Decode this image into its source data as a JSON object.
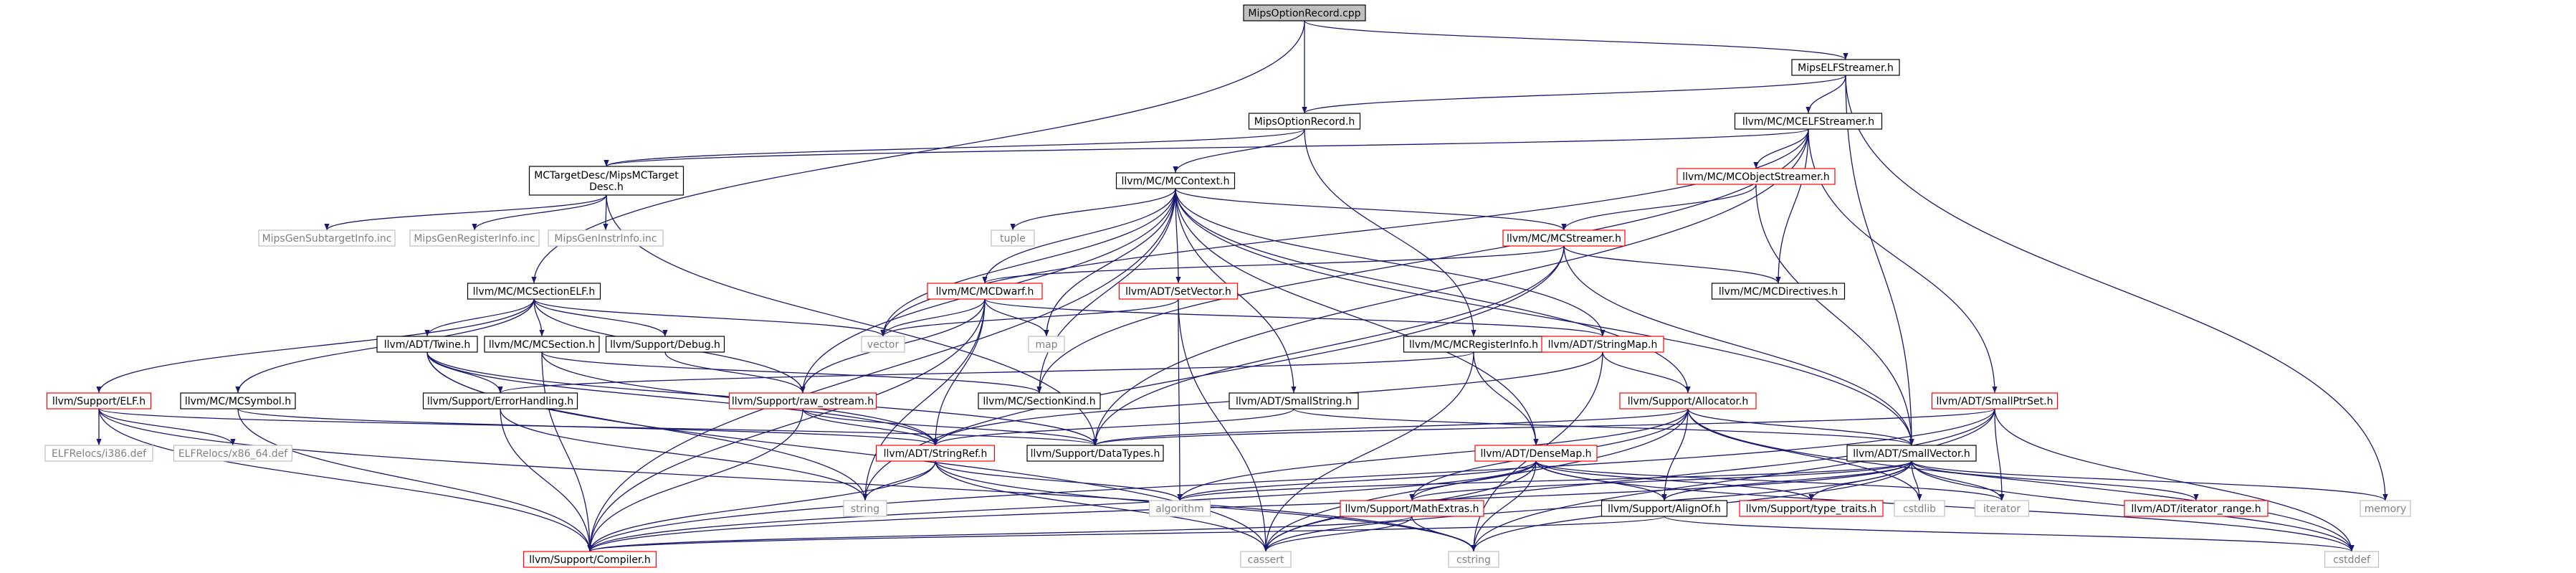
{
  "colors": {
    "background": "#ffffff",
    "edge": "#191970",
    "root_fill": "#bfbfbf",
    "border_normal": "#000000",
    "border_truncated": "#ff0000",
    "border_system": "#bfbfbf",
    "text_normal": "#000000",
    "text_system": "#808080"
  },
  "nodes": {
    "MipsOptionRecord.cpp": {
      "label": "MipsOptionRecord.cpp",
      "kind": "root"
    },
    "MipsELFStreamer.h": {
      "label": "MipsELFStreamer.h",
      "kind": "normal"
    },
    "MipsOptionRecord.h": {
      "label": "MipsOptionRecord.h",
      "kind": "normal"
    },
    "llvm/MC/MCELFStreamer.h": {
      "label": "llvm/MC/MCELFStreamer.h",
      "kind": "normal"
    },
    "MCTargetDesc/MipsMCTargetDesc.h": {
      "label": "MCTargetDesc/MipsMCTarget\nDesc.h",
      "kind": "normal"
    },
    "llvm/MC/MCContext.h": {
      "label": "llvm/MC/MCContext.h",
      "kind": "normal"
    },
    "llvm/MC/MCObjectStreamer.h": {
      "label": "llvm/MC/MCObjectStreamer.h",
      "kind": "truncated"
    },
    "MipsGenSubtargetInfo.inc": {
      "label": "MipsGenSubtargetInfo.inc",
      "kind": "system"
    },
    "MipsGenRegisterInfo.inc": {
      "label": "MipsGenRegisterInfo.inc",
      "kind": "system"
    },
    "MipsGenInstrInfo.inc": {
      "label": "MipsGenInstrInfo.inc",
      "kind": "system"
    },
    "tuple": {
      "label": "tuple",
      "kind": "system"
    },
    "llvm/MC/MCStreamer.h": {
      "label": "llvm/MC/MCStreamer.h",
      "kind": "truncated"
    },
    "llvm/MC/MCSectionELF.h": {
      "label": "llvm/MC/MCSectionELF.h",
      "kind": "normal"
    },
    "llvm/MC/MCDwarf.h": {
      "label": "llvm/MC/MCDwarf.h",
      "kind": "truncated"
    },
    "llvm/ADT/SetVector.h": {
      "label": "llvm/ADT/SetVector.h",
      "kind": "truncated"
    },
    "llvm/MC/MCDirectives.h": {
      "label": "llvm/MC/MCDirectives.h",
      "kind": "normal"
    },
    "vector": {
      "label": "vector",
      "kind": "system"
    },
    "map": {
      "label": "map",
      "kind": "system"
    },
    "llvm/ADT/Twine.h": {
      "label": "llvm/ADT/Twine.h",
      "kind": "normal"
    },
    "llvm/MC/MCSection.h": {
      "label": "llvm/MC/MCSection.h",
      "kind": "normal"
    },
    "llvm/Support/Debug.h": {
      "label": "llvm/Support/Debug.h",
      "kind": "normal"
    },
    "llvm/MC/MCRegisterInfo.h": {
      "label": "llvm/MC/MCRegisterInfo.h",
      "kind": "normal"
    },
    "llvm/ADT/StringMap.h": {
      "label": "llvm/ADT/StringMap.h",
      "kind": "truncated"
    },
    "llvm/ADT/SmallPtrSet.h": {
      "label": "llvm/ADT/SmallPtrSet.h",
      "kind": "truncated"
    },
    "llvm/Support/ELF.h": {
      "label": "llvm/Support/ELF.h",
      "kind": "truncated"
    },
    "llvm/MC/MCSymbol.h": {
      "label": "llvm/MC/MCSymbol.h",
      "kind": "normal"
    },
    "llvm/Support/ErrorHandling.h": {
      "label": "llvm/Support/ErrorHandling.h",
      "kind": "normal"
    },
    "llvm/Support/raw_ostream.h": {
      "label": "llvm/Support/raw_ostream.h",
      "kind": "truncated"
    },
    "llvm/MC/SectionKind.h": {
      "label": "llvm/MC/SectionKind.h",
      "kind": "normal"
    },
    "llvm/ADT/SmallString.h": {
      "label": "llvm/ADT/SmallString.h",
      "kind": "normal"
    },
    "llvm/Support/Allocator.h": {
      "label": "llvm/Support/Allocator.h",
      "kind": "truncated"
    },
    "llvm/ADT/SmallVector.h": {
      "label": "llvm/ADT/SmallVector.h",
      "kind": "normal"
    },
    "ELFRelocs/i386.def": {
      "label": "ELFRelocs/i386.def",
      "kind": "system"
    },
    "ELFRelocs/x86_64.def": {
      "label": "ELFRelocs/x86_64.def",
      "kind": "system"
    },
    "llvm/ADT/StringRef.h": {
      "label": "llvm/ADT/StringRef.h",
      "kind": "truncated"
    },
    "llvm/Support/DataTypes.h": {
      "label": "llvm/Support/DataTypes.h",
      "kind": "normal"
    },
    "llvm/ADT/DenseMap.h": {
      "label": "llvm/ADT/DenseMap.h",
      "kind": "truncated"
    },
    "string": {
      "label": "string",
      "kind": "system"
    },
    "algorithm": {
      "label": "algorithm",
      "kind": "system"
    },
    "llvm/Support/MathExtras.h": {
      "label": "llvm/Support/MathExtras.h",
      "kind": "truncated"
    },
    "llvm/Support/AlignOf.h": {
      "label": "llvm/Support/AlignOf.h",
      "kind": "normal"
    },
    "llvm/Support/type_traits.h": {
      "label": "llvm/Support/type_traits.h",
      "kind": "truncated"
    },
    "cstdlib": {
      "label": "cstdlib",
      "kind": "system"
    },
    "iterator": {
      "label": "iterator",
      "kind": "system"
    },
    "llvm/ADT/iterator_range.h": {
      "label": "llvm/ADT/iterator_range.h",
      "kind": "truncated"
    },
    "memory": {
      "label": "memory",
      "kind": "system"
    },
    "llvm/Support/Compiler.h": {
      "label": "llvm/Support/Compiler.h",
      "kind": "truncated"
    },
    "cassert": {
      "label": "cassert",
      "kind": "system"
    },
    "cstring": {
      "label": "cstring",
      "kind": "system"
    },
    "cstddef": {
      "label": "cstddef",
      "kind": "system"
    }
  },
  "edges": [
    [
      "MipsOptionRecord.cpp",
      "MipsOptionRecord.h"
    ],
    [
      "MipsOptionRecord.cpp",
      "MipsELFStreamer.h"
    ],
    [
      "MipsOptionRecord.cpp",
      "llvm/MC/MCSectionELF.h"
    ],
    [
      "MipsELFStreamer.h",
      "MipsOptionRecord.h"
    ],
    [
      "MipsELFStreamer.h",
      "llvm/MC/MCELFStreamer.h"
    ],
    [
      "MipsELFStreamer.h",
      "llvm/ADT/SmallVector.h"
    ],
    [
      "MipsELFStreamer.h",
      "memory"
    ],
    [
      "MipsOptionRecord.h",
      "MCTargetDesc/MipsMCTargetDesc.h"
    ],
    [
      "MipsOptionRecord.h",
      "llvm/MC/MCContext.h"
    ],
    [
      "MipsOptionRecord.h",
      "llvm/MC/MCRegisterInfo.h"
    ],
    [
      "MCTargetDesc/MipsMCTargetDesc.h",
      "MipsGenSubtargetInfo.inc"
    ],
    [
      "MCTargetDesc/MipsMCTargetDesc.h",
      "MipsGenRegisterInfo.inc"
    ],
    [
      "MCTargetDesc/MipsMCTargetDesc.h",
      "MipsGenInstrInfo.inc"
    ],
    [
      "MCTargetDesc/MipsMCTargetDesc.h",
      "llvm/Support/DataTypes.h"
    ],
    [
      "llvm/MC/MCELFStreamer.h",
      "MCTargetDesc/MipsMCTargetDesc.h"
    ],
    [
      "llvm/MC/MCELFStreamer.h",
      "llvm/MC/MCObjectStreamer.h"
    ],
    [
      "llvm/MC/MCELFStreamer.h",
      "llvm/MC/MCDirectives.h"
    ],
    [
      "llvm/MC/MCELFStreamer.h",
      "llvm/ADT/SmallPtrSet.h"
    ],
    [
      "llvm/MC/MCELFStreamer.h",
      "llvm/MC/SectionKind.h"
    ],
    [
      "llvm/MC/MCELFStreamer.h",
      "llvm/Support/DataTypes.h"
    ],
    [
      "llvm/MC/MCELFStreamer.h",
      "vector"
    ],
    [
      "llvm/MC/MCObjectStreamer.h",
      "llvm/MC/MCStreamer.h"
    ],
    [
      "llvm/MC/MCObjectStreamer.h",
      "llvm/ADT/SmallVector.h"
    ],
    [
      "llvm/MC/MCContext.h",
      "tuple"
    ],
    [
      "llvm/MC/MCContext.h",
      "llvm/MC/MCStreamer.h"
    ],
    [
      "llvm/MC/MCContext.h",
      "llvm/MC/MCDwarf.h"
    ],
    [
      "llvm/MC/MCContext.h",
      "llvm/ADT/SetVector.h"
    ],
    [
      "llvm/MC/MCContext.h",
      "vector"
    ],
    [
      "llvm/MC/MCContext.h",
      "map"
    ],
    [
      "llvm/MC/MCContext.h",
      "llvm/ADT/StringMap.h"
    ],
    [
      "llvm/MC/MCContext.h",
      "llvm/ADT/SmallString.h"
    ],
    [
      "llvm/MC/MCContext.h",
      "llvm/MC/SectionKind.h"
    ],
    [
      "llvm/MC/MCContext.h",
      "llvm/Support/raw_ostream.h"
    ],
    [
      "llvm/MC/MCContext.h",
      "llvm/Support/Compiler.h"
    ],
    [
      "llvm/MC/MCContext.h",
      "llvm/Support/Allocator.h"
    ],
    [
      "llvm/MC/MCContext.h",
      "llvm/ADT/DenseMap.h"
    ],
    [
      "llvm/MC/MCContext.h",
      "llvm/ADT/SmallVector.h"
    ],
    [
      "llvm/MC/MCStreamer.h",
      "llvm/MC/MCDirectives.h"
    ],
    [
      "llvm/MC/MCStreamer.h",
      "llvm/MC/MCDwarf.h"
    ],
    [
      "llvm/MC/MCStreamer.h",
      "llvm/ADT/SmallVector.h"
    ],
    [
      "llvm/MC/MCStreamer.h",
      "llvm/Support/DataTypes.h"
    ],
    [
      "llvm/MC/MCStreamer.h",
      "string"
    ],
    [
      "llvm/MC/MCDwarf.h",
      "vector"
    ],
    [
      "llvm/MC/MCDwarf.h",
      "map"
    ],
    [
      "llvm/MC/MCDwarf.h",
      "llvm/ADT/StringMap.h"
    ],
    [
      "llvm/MC/MCDwarf.h",
      "llvm/ADT/StringRef.h"
    ],
    [
      "llvm/MC/MCDwarf.h",
      "llvm/Support/raw_ostream.h"
    ],
    [
      "llvm/MC/MCDwarf.h",
      "llvm/Support/Compiler.h"
    ],
    [
      "llvm/MC/MCDwarf.h",
      "string"
    ],
    [
      "llvm/ADT/SetVector.h",
      "vector"
    ],
    [
      "llvm/ADT/SetVector.h",
      "cassert"
    ],
    [
      "llvm/ADT/SetVector.h",
      "algorithm"
    ],
    [
      "llvm/MC/MCSectionELF.h",
      "vector"
    ],
    [
      "llvm/MC/MCSectionELF.h",
      "llvm/ADT/Twine.h"
    ],
    [
      "llvm/MC/MCSectionELF.h",
      "llvm/MC/MCSection.h"
    ],
    [
      "llvm/MC/MCSectionELF.h",
      "llvm/Support/Debug.h"
    ],
    [
      "llvm/MC/MCSectionELF.h",
      "llvm/Support/ELF.h"
    ],
    [
      "llvm/MC/MCSectionELF.h",
      "llvm/MC/MCSymbol.h"
    ],
    [
      "llvm/MC/MCSectionELF.h",
      "llvm/Support/raw_ostream.h"
    ],
    [
      "llvm/ADT/Twine.h",
      "llvm/Support/ErrorHandling.h"
    ],
    [
      "llvm/ADT/Twine.h",
      "llvm/ADT/StringRef.h"
    ],
    [
      "llvm/ADT/Twine.h",
      "llvm/Support/DataTypes.h"
    ],
    [
      "llvm/ADT/Twine.h",
      "cassert"
    ],
    [
      "llvm/ADT/Twine.h",
      "string"
    ],
    [
      "llvm/MC/MCSection.h",
      "llvm/MC/SectionKind.h"
    ],
    [
      "llvm/MC/MCSection.h",
      "llvm/ADT/StringRef.h"
    ],
    [
      "llvm/MC/MCSection.h",
      "llvm/Support/Compiler.h"
    ],
    [
      "llvm/Support/Debug.h",
      "llvm/Support/raw_ostream.h"
    ],
    [
      "llvm/MC/MCRegisterInfo.h",
      "llvm/ADT/DenseMap.h"
    ],
    [
      "llvm/MC/MCRegisterInfo.h",
      "llvm/Support/ErrorHandling.h"
    ],
    [
      "llvm/MC/MCRegisterInfo.h",
      "cassert"
    ],
    [
      "llvm/ADT/StringMap.h",
      "llvm/ADT/StringRef.h"
    ],
    [
      "llvm/ADT/StringMap.h",
      "llvm/Support/Allocator.h"
    ],
    [
      "llvm/ADT/StringMap.h",
      "cstring"
    ],
    [
      "llvm/ADT/SmallPtrSet.h",
      "llvm/Support/Compiler.h"
    ],
    [
      "llvm/ADT/SmallPtrSet.h",
      "llvm/Support/DataTypes.h"
    ],
    [
      "llvm/ADT/SmallPtrSet.h",
      "cassert"
    ],
    [
      "llvm/ADT/SmallPtrSet.h",
      "cstddef"
    ],
    [
      "llvm/ADT/SmallPtrSet.h",
      "cstring"
    ],
    [
      "llvm/ADT/SmallPtrSet.h",
      "iterator"
    ],
    [
      "llvm/Support/ELF.h",
      "ELFRelocs/i386.def"
    ],
    [
      "llvm/Support/ELF.h",
      "ELFRelocs/x86_64.def"
    ],
    [
      "llvm/Support/ELF.h",
      "llvm/Support/Compiler.h"
    ],
    [
      "llvm/Support/ELF.h",
      "llvm/Support/DataTypes.h"
    ],
    [
      "llvm/Support/ELF.h",
      "cstring"
    ],
    [
      "llvm/MC/MCSymbol.h",
      "llvm/ADT/StringRef.h"
    ],
    [
      "llvm/MC/MCSymbol.h",
      "llvm/Support/Compiler.h"
    ],
    [
      "llvm/Support/ErrorHandling.h",
      "llvm/Support/Compiler.h"
    ],
    [
      "llvm/Support/ErrorHandling.h",
      "string"
    ],
    [
      "llvm/Support/raw_ostream.h",
      "llvm/ADT/StringRef.h"
    ],
    [
      "llvm/Support/raw_ostream.h",
      "llvm/Support/Compiler.h"
    ],
    [
      "llvm/Support/raw_ostream.h",
      "llvm/Support/DataTypes.h"
    ],
    [
      "llvm/ADT/SmallString.h",
      "llvm/ADT/SmallVector.h"
    ],
    [
      "llvm/ADT/SmallString.h",
      "llvm/ADT/StringRef.h"
    ],
    [
      "llvm/Support/Allocator.h",
      "llvm/ADT/SmallVector.h"
    ],
    [
      "llvm/Support/Allocator.h",
      "llvm/Support/AlignOf.h"
    ],
    [
      "llvm/Support/Allocator.h",
      "llvm/Support/DataTypes.h"
    ],
    [
      "llvm/Support/Allocator.h",
      "llvm/Support/MathExtras.h"
    ],
    [
      "llvm/Support/Allocator.h",
      "algorithm"
    ],
    [
      "llvm/Support/Allocator.h",
      "cassert"
    ],
    [
      "llvm/Support/Allocator.h",
      "cstddef"
    ],
    [
      "llvm/Support/Allocator.h",
      "cstdlib"
    ],
    [
      "llvm/ADT/SmallVector.h",
      "llvm/ADT/iterator_range.h"
    ],
    [
      "llvm/ADT/SmallVector.h",
      "llvm/Support/AlignOf.h"
    ],
    [
      "llvm/ADT/SmallVector.h",
      "llvm/Support/Compiler.h"
    ],
    [
      "llvm/ADT/SmallVector.h",
      "llvm/Support/MathExtras.h"
    ],
    [
      "llvm/ADT/SmallVector.h",
      "llvm/Support/type_traits.h"
    ],
    [
      "llvm/ADT/SmallVector.h",
      "algorithm"
    ],
    [
      "llvm/ADT/SmallVector.h",
      "cassert"
    ],
    [
      "llvm/ADT/SmallVector.h",
      "cstddef"
    ],
    [
      "llvm/ADT/SmallVector.h",
      "cstdlib"
    ],
    [
      "llvm/ADT/SmallVector.h",
      "cstring"
    ],
    [
      "llvm/ADT/SmallVector.h",
      "iterator"
    ],
    [
      "llvm/ADT/SmallVector.h",
      "memory"
    ],
    [
      "llvm/ADT/StringRef.h",
      "llvm/Support/Compiler.h"
    ],
    [
      "llvm/ADT/StringRef.h",
      "algorithm"
    ],
    [
      "llvm/ADT/StringRef.h",
      "cassert"
    ],
    [
      "llvm/ADT/StringRef.h",
      "cstring"
    ],
    [
      "llvm/ADT/StringRef.h",
      "string"
    ],
    [
      "llvm/ADT/DenseMap.h",
      "llvm/Support/AlignOf.h"
    ],
    [
      "llvm/ADT/DenseMap.h",
      "llvm/Support/Compiler.h"
    ],
    [
      "llvm/ADT/DenseMap.h",
      "llvm/Support/MathExtras.h"
    ],
    [
      "llvm/ADT/DenseMap.h",
      "llvm/Support/type_traits.h"
    ],
    [
      "llvm/ADT/DenseMap.h",
      "algorithm"
    ],
    [
      "llvm/ADT/DenseMap.h",
      "cassert"
    ],
    [
      "llvm/ADT/DenseMap.h",
      "cstddef"
    ],
    [
      "llvm/ADT/DenseMap.h",
      "cstring"
    ],
    [
      "llvm/ADT/DenseMap.h",
      "iterator"
    ],
    [
      "llvm/Support/MathExtras.h",
      "llvm/Support/Compiler.h"
    ],
    [
      "llvm/Support/MathExtras.h",
      "cassert"
    ],
    [
      "llvm/Support/MathExtras.h",
      "cstring"
    ],
    [
      "llvm/Support/AlignOf.h",
      "llvm/Support/Compiler.h"
    ],
    [
      "llvm/Support/AlignOf.h",
      "cstddef"
    ]
  ]
}
